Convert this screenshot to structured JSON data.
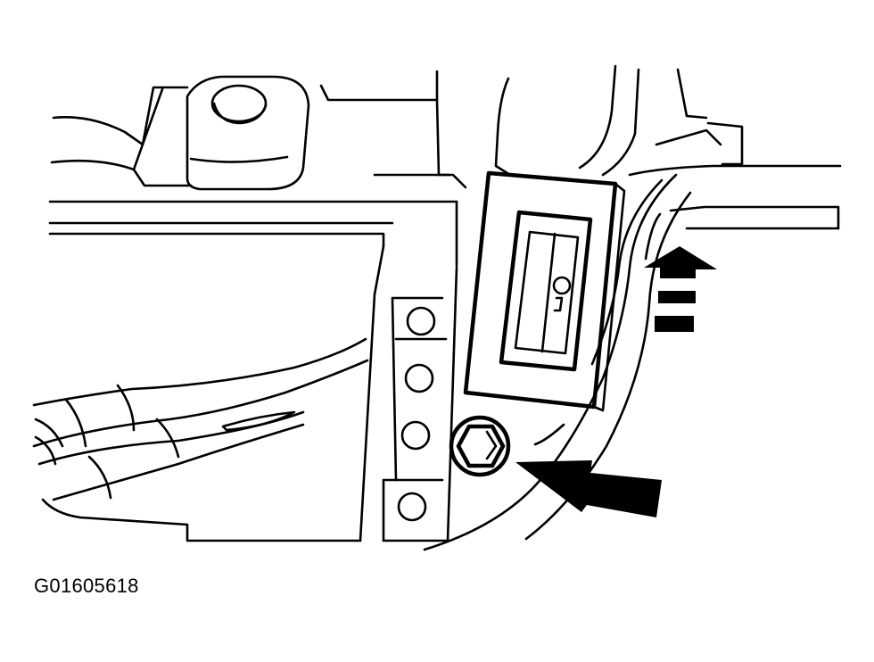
{
  "figure": {
    "identifier": "G01605618",
    "colors": {
      "line": "#000000",
      "background": "#ffffff"
    },
    "elements": {
      "wire_harness": "harness",
      "bracket": "bracket",
      "sensor": "sensor-module",
      "bolt": "bolt",
      "arrow_bolt": "pointer-arrow",
      "arrow_forward": "direction-arrow"
    }
  }
}
